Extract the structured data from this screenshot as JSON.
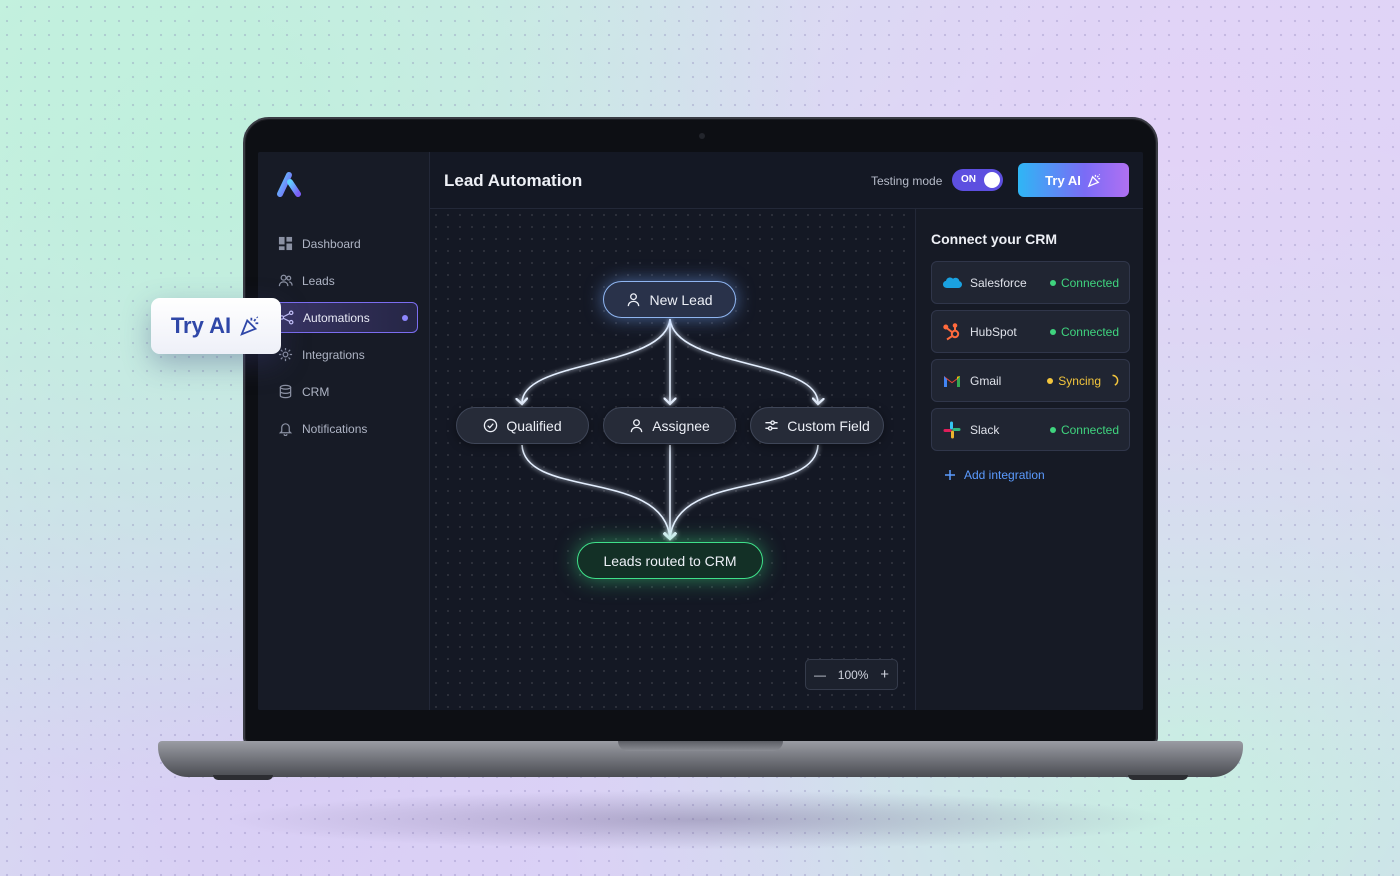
{
  "header": {
    "title": "Lead Automation",
    "testing_label": "Testing mode",
    "toggle_text": "ON",
    "try_ai_label": "Try AI"
  },
  "sidebar": {
    "items": [
      {
        "label": "Dashboard",
        "icon": "dashboard-icon"
      },
      {
        "label": "Leads",
        "icon": "users-icon"
      },
      {
        "label": "Automations",
        "icon": "share-icon",
        "active": true
      },
      {
        "label": "Integrations",
        "icon": "gear-icon"
      },
      {
        "label": "CRM",
        "icon": "database-icon"
      },
      {
        "label": "Notifications",
        "icon": "bell-icon"
      }
    ]
  },
  "flow": {
    "start": "New Lead",
    "branches": [
      "Qualified",
      "Assignee",
      "Custom Field"
    ],
    "end": "Leads routed to CRM",
    "zoom": "100%"
  },
  "crm_panel": {
    "title": "Connect your CRM",
    "integrations": [
      {
        "name": "Salesforce",
        "status": "Connected",
        "color": "#3fd37e"
      },
      {
        "name": "HubSpot",
        "status": "Connected",
        "color": "#3fd37e"
      },
      {
        "name": "Gmail",
        "status": "Syncing",
        "color": "#f2c53d"
      },
      {
        "name": "Slack",
        "status": "Connected",
        "color": "#3fd37e"
      }
    ],
    "add_label": "Add integration"
  },
  "floating_cta": {
    "label": "Try AI"
  },
  "colors": {
    "accent": "#7b6df0",
    "connected": "#3fd37e",
    "syncing": "#f2c53d",
    "link": "#5b9bff"
  }
}
